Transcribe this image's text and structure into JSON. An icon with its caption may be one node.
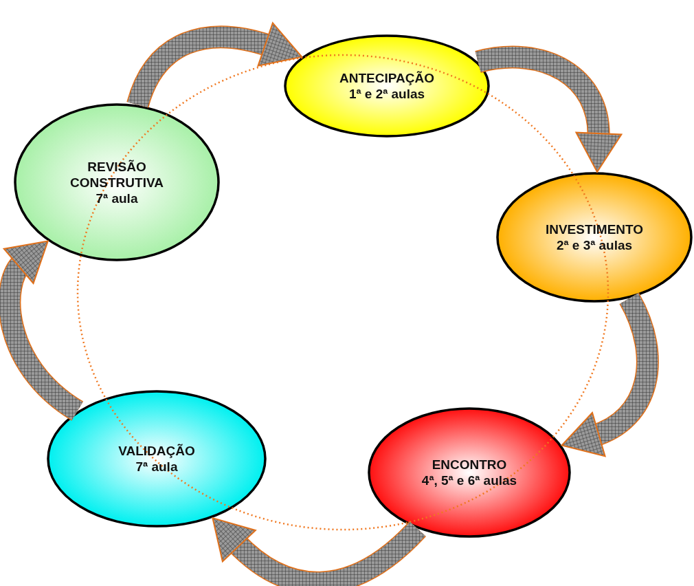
{
  "diagram": {
    "nodes": [
      {
        "text": [
          "ANTECIPAÇÃO",
          "1ª e 2ª aulas"
        ]
      },
      {
        "text": [
          "REVISÃO CONSTRUTIVA",
          "7ª aula"
        ]
      },
      {
        "text": [
          "INVESTIMENTO",
          "2ª e 3ª aulas"
        ]
      },
      {
        "text": [
          "VALIDAÇÃO",
          "7ª aula"
        ]
      },
      {
        "text": [
          "ENCONTRO",
          "4ª, 5ª e 6ª aulas"
        ]
      }
    ],
    "edges": [
      {
        "from": 1,
        "to": 0,
        "arrow": "to",
        "style": "thick"
      },
      {
        "from": 0,
        "to": 2,
        "arrow": "to",
        "style": "thick"
      },
      {
        "from": 2,
        "to": 4,
        "arrow": "to",
        "style": "thick"
      },
      {
        "from": 4,
        "to": 3,
        "arrow": "to",
        "style": "thick"
      },
      {
        "from": 3,
        "to": 1,
        "arrow": "to",
        "style": "thick"
      }
    ]
  }
}
